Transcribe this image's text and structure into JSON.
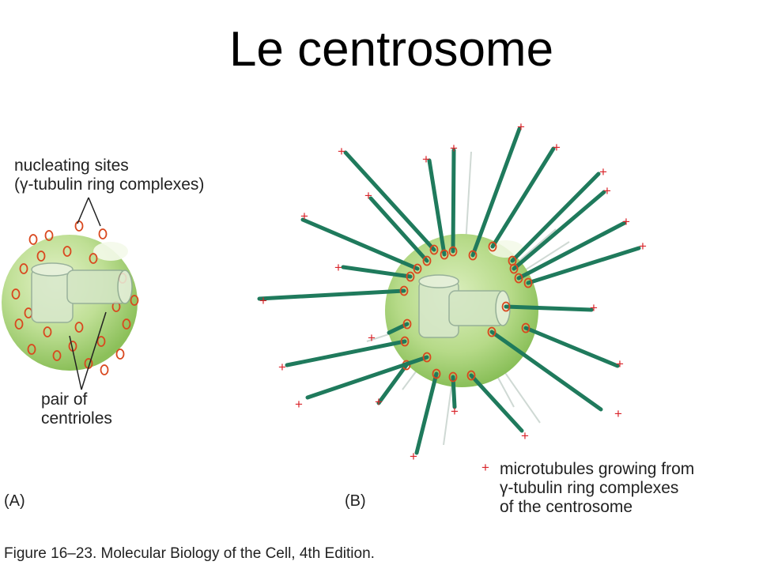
{
  "title": "Le centrosome",
  "panel_a": {
    "label": "(A)",
    "nucleating_line1": "nucleating sites",
    "nucleating_line2": "(γ-tubulin ring complexes)",
    "centrioles_line1": "pair of",
    "centrioles_line2": "centrioles"
  },
  "panel_b": {
    "label": "(B)",
    "plus_sign": "+",
    "microtubules_line1": "microtubules growing from",
    "microtubules_line2": "γ-tubulin ring complexes",
    "microtubules_line3": "of the centrosome"
  },
  "caption": "Figure 16–23. Molecular Biology of the Cell, 4th Edition.",
  "colors": {
    "sphere": "#b9dc8e",
    "microtubule": "#1f7a5c",
    "plus": "#d9242a",
    "ring": "#d9481f"
  }
}
